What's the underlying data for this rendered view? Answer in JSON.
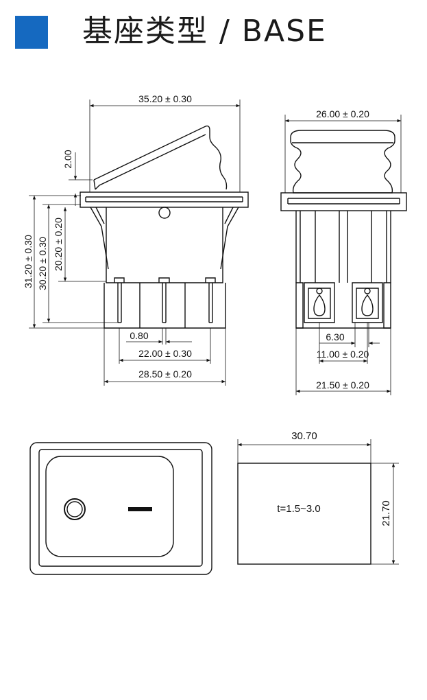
{
  "header": {
    "title": "基座类型 / BASE",
    "accent_color": "#1569c0"
  },
  "front_view": {
    "width_overall": "35.20 ± 0.30",
    "actuator_height": "2.00",
    "height_total": "31.20 ± 0.30",
    "height_body": "30.20 ± 0.30",
    "height_below_flange": "20.20 ± 0.20",
    "pin_width": "0.80",
    "pin_spacing": "22.00 ± 0.30",
    "body_width": "28.50 ± 0.20"
  },
  "side_view": {
    "cap_width": "26.00 ± 0.20",
    "terminal_width": "6.30",
    "terminal_spacing": "11.00 ± 0.20",
    "body_width": "21.50 ± 0.20"
  },
  "panel_cutout": {
    "width": "30.70",
    "height": "21.70",
    "thickness": "t=1.5~3.0"
  }
}
